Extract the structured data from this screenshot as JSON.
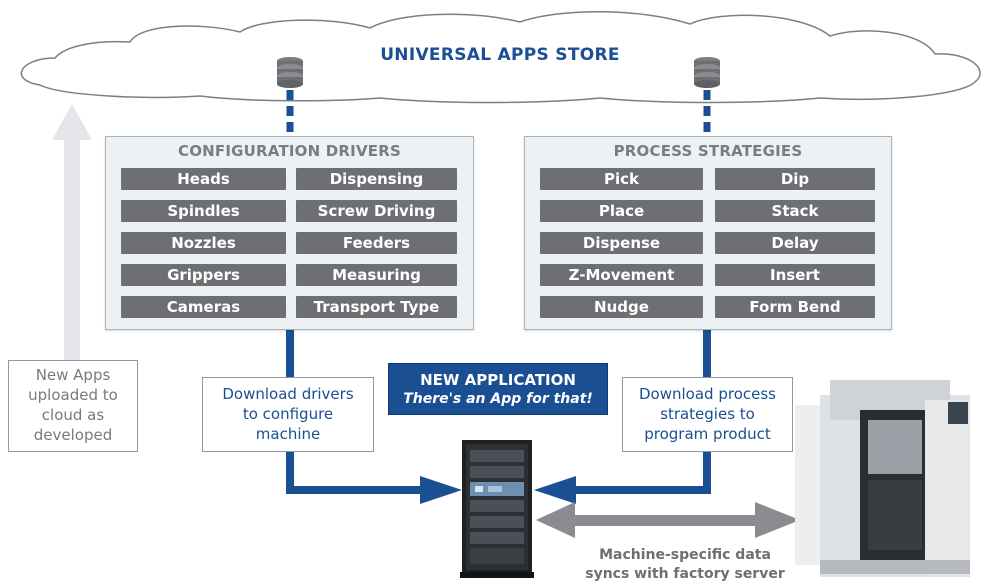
{
  "cloud": {
    "title": "UNIVERSAL APPS STORE"
  },
  "config_panel": {
    "title": "CONFIGURATION DRIVERS",
    "items": [
      "Heads",
      "Dispensing",
      "Spindles",
      "Screw Driving",
      "Nozzles",
      "Feeders",
      "Grippers",
      "Measuring",
      "Cameras",
      "Transport Type"
    ]
  },
  "process_panel": {
    "title": "PROCESS STRATEGIES",
    "items": [
      "Pick",
      "Dip",
      "Place",
      "Stack",
      "Dispense",
      "Delay",
      "Z-Movement",
      "Insert",
      "Nudge",
      "Form Bend"
    ]
  },
  "notes": {
    "upload": [
      "New Apps",
      "uploaded to",
      "cloud as",
      "developed"
    ],
    "drivers": [
      "Download drivers",
      "to configure",
      "machine"
    ],
    "process": [
      "Download process",
      "strategies to",
      "program product"
    ]
  },
  "new_app": {
    "line1": "NEW APPLICATION",
    "line2": "There's an App for that!"
  },
  "sync": {
    "line1": "Machine-specific data",
    "line2": "syncs with factory server"
  },
  "colors": {
    "brand_blue": "#1b4f93",
    "chip_gray": "#6d6f73",
    "arrow_gray": "#8a8c90",
    "upload_arrow": "#e3e5e8"
  }
}
